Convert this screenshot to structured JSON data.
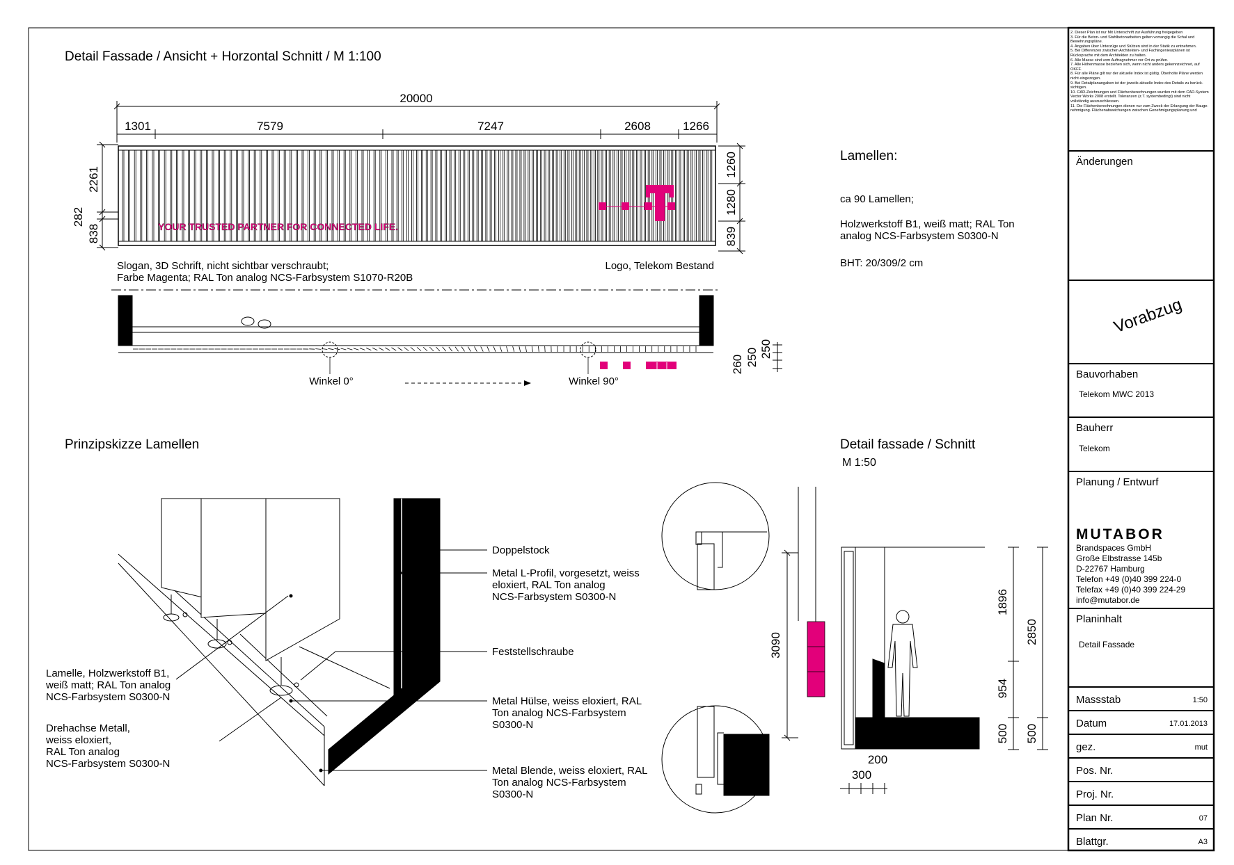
{
  "view_title": "Detail Fassade / Ansicht + Horzontal Schnitt / M 1:100",
  "overall_dim": "20000",
  "segment_dims": [
    "1301",
    "7579",
    "7247",
    "2608",
    "1266"
  ],
  "left_dims": [
    "2261",
    "282",
    "838"
  ],
  "right_dims": [
    "1260",
    "1280",
    "839"
  ],
  "slogan_text": "YOUR TRUSTED PARTNER FOR CONNECTED LIFE.",
  "slogan_note": [
    "Slogan, 3D Schrift, nicht sichtbar verschraubt;",
    "Farbe Magenta; RAL Ton analog NCS-Farbsystem S1070-R20B"
  ],
  "logo_note": "Logo, Telekom Bestand",
  "logo_letter": "T",
  "section_dims": [
    "260",
    "250",
    "250"
  ],
  "angle_labels": [
    "Winkel 0°",
    "Winkel 90°"
  ],
  "lamellen": {
    "heading": "Lamellen:",
    "lines": [
      "ca 90 Lamellen;",
      "Holzwerkstoff B1, weiß matt; RAL Ton",
      "analog NCS-Farbsystem S0300-N",
      "BHT: 20/309/2 cm"
    ]
  },
  "sketch": {
    "title": "Prinzipskizze Lamellen",
    "callouts_right": [
      [
        "Doppelstock"
      ],
      [
        "Metal L-Profil, vorgesetzt, weiss",
        "eloxiert, RAL Ton analog",
        "NCS-Farbsystem S0300-N"
      ],
      [
        "Feststellschraube"
      ],
      [
        "Metal Hülse, weiss eloxiert, RAL",
        "Ton analog NCS-Farbsystem",
        "S0300-N"
      ],
      [
        "Metal Blende, weiss eloxiert, RAL",
        "Ton analog NCS-Farbsystem",
        "S0300-N"
      ]
    ],
    "callouts_left": [
      [
        "Lamelle, Holzwerkstoff B1,",
        "weiß matt; RAL Ton analog",
        "NCS-Farbsystem S0300-N"
      ],
      [
        "Drehachse Metall,",
        "weiss eloxiert,",
        "RAL Ton analog",
        "NCS-Farbsystem S0300-N"
      ]
    ]
  },
  "schnitt": {
    "title": "Detail fassade / Schnitt",
    "scale": "M 1:50",
    "dims_vertical": [
      "3090",
      "1896",
      "954",
      "500",
      "2850",
      "500"
    ],
    "dims_horizontal": [
      "200",
      "300"
    ]
  },
  "title_block": {
    "notes": [
      "2. Dieser Plan ist nur Mit Unterschrift zur Ausführung freigegeben",
      "3. Für die Beton- und Stahlbetonarbeiten gelten vorrangig die Schal und Bewehrungspläne.",
      "4. Angaben über Unterzüge und Stützen sind in der Statik zu entnehmen.",
      "5. Bei Differenzen zwischen Architekten- und Fachingenieurplänen ist Rücksprache mit dem Architekten zu halten.",
      "6. Alle Masse sind vom Auftragnehmer vor Ort zu prüfen.",
      "7. Alle Höhenmasse beziehen sich, wenn nicht anders gekennzeichnet, auf OKFF.",
      "8. Für alle Pläne gilt nur der aktuelle Index ist gültig. Überholte Pläne werden",
      "    nicht eingezogen.",
      "9. Bei Detailplanangaben ist der jeweils aktuelle Index des Details zu berück-sichtigen.",
      "10. CAD-Zeichnungen und Flächenberechnungen wurden mit dem CAD-System   Vector Works 2008 erstellt. Toleranzen (z.T. systembedingt) sind nicht",
      "    vollständig auszuschliessen.",
      "11. Die Flächenberechnungen dienen nur zum Zweck der Erlangung der Bauge-",
      "    nehmigung. Flächenabweichungen zwischen Genehmigungsplanung und"
    ],
    "aenderungen": "Änderungen",
    "stamp": "Vorabzug",
    "bauvorhaben_label": "Bauvorhaben",
    "bauvorhaben": "Telekom MWC 2013",
    "bauherr_label": "Bauherr",
    "bauherr": "Telekom",
    "planung_label": "Planung / Entwurf",
    "company_logo": "MUTABOR",
    "company_lines": [
      "Brandspaces GmbH",
      "Große Elbstrasse 145b",
      "D-22767 Hamburg",
      "Telefon +49 (0)40 399 224-0",
      "Telefax +49 (0)40 399 224-29",
      "info@mutabor.de"
    ],
    "planinhalt_label": "Planinhalt",
    "planinhalt": "Detail Fassade",
    "rows": [
      {
        "label": "Massstab",
        "value": "1:50"
      },
      {
        "label": "Datum",
        "value": "17.01.2013"
      },
      {
        "label": "gez.",
        "value": "mut"
      },
      {
        "label": "Pos. Nr.",
        "value": ""
      },
      {
        "label": "Proj. Nr.",
        "value": ""
      },
      {
        "label": "Plan Nr.",
        "value": "07"
      },
      {
        "label": "Blattgr.",
        "value": "A3"
      }
    ]
  },
  "colors": {
    "magenta": "#e2007a",
    "line": "#000000"
  }
}
